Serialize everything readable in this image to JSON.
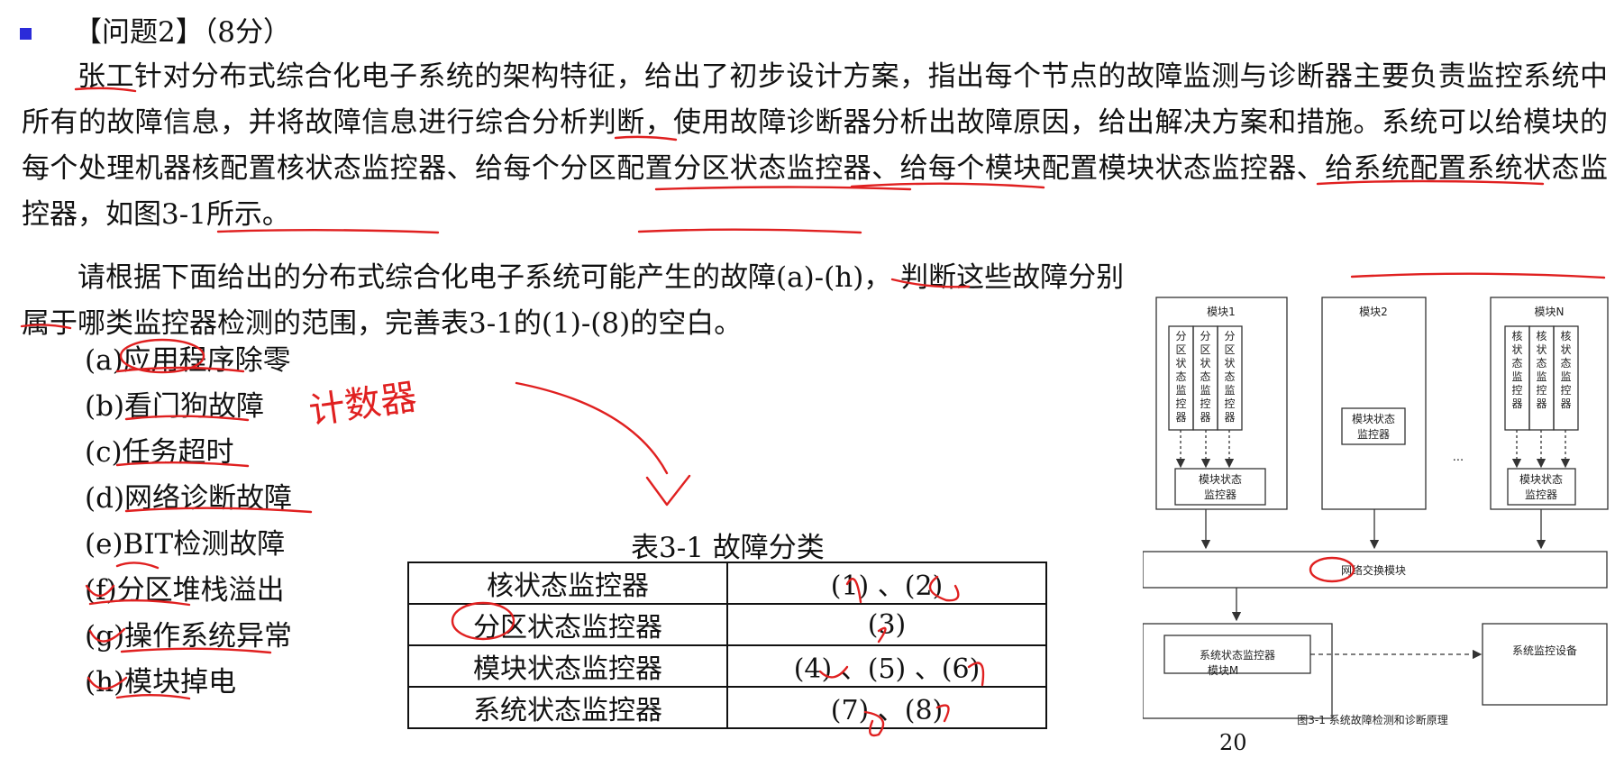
{
  "heading": "【问题2】（8分）",
  "paragraph1": "张工针对分布式综合化电子系统的架构特征，给出了初步设计方案，指出每个节点的故障监测与诊断器主要负责监控系统中所有的故障信息，并将故障信息进行综合分析判断，使用故障诊断器分析出故障原因，给出解决方案和措施。系统可以给模块的每个处理机器核配置核状态监控器、给每个分区配置分区状态监控器、给每个模块配置模块状态监控器、给系统配置系统状态监控器，如图3-1所示。",
  "paragraph2": "请根据下面给出的分布式综合化电子系统可能产生的故障(a)-(h)， 判断这些故障分别属于哪类监控器检测的范围，完善表3-1的(1)-(8)的空白。",
  "faults": [
    "(a)应用程序除零",
    "(b)看门狗故障",
    "(c)任务超时",
    "(d)网络诊断故障",
    "(e)BIT检测故障",
    "(f)分区堆栈溢出",
    "(g)操作系统异常",
    "(h)模块掉电"
  ],
  "table": {
    "caption": "表3-1 故障分类",
    "rows": [
      {
        "monitor": "核状态监控器",
        "blanks": "(1) 、(2)"
      },
      {
        "monitor": "分区状态监控器",
        "blanks": "(3)"
      },
      {
        "monitor": "模块状态监控器",
        "blanks": "(4) 、(5) 、(6)"
      },
      {
        "monitor": "系统状态监控器",
        "blanks": "(7) 、(8)"
      }
    ]
  },
  "diagram": {
    "module1_label": "模块1",
    "module2_label": "模块2",
    "moduleN_label": "模块N",
    "partition_monitor": "分区状态监控器",
    "core_monitor": "核状态监控器",
    "module_monitor_line1": "模块状态",
    "module_monitor_line2": "监控器",
    "ellipsis": "...",
    "switch_label": "网络交换模块",
    "system_monitor": "系统状态监控器",
    "moduleM_label": "模块M",
    "system_device": "系统监控设备",
    "caption": "图3-1 系统故障检测和诊断原理"
  },
  "handwriting": "计数器",
  "page_number": "20",
  "colors": {
    "bullet": "#2b2bd9",
    "ink": "#e02020"
  }
}
